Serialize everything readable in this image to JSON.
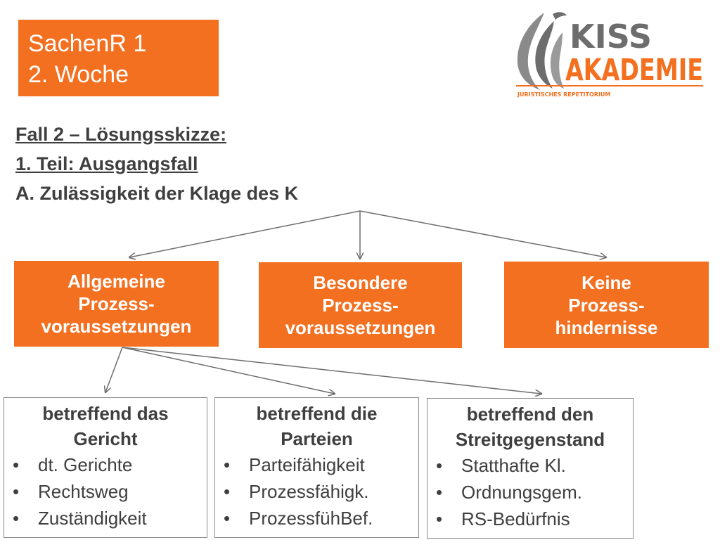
{
  "header": {
    "title_line1": "SachenR 1",
    "title_line2": "2. Woche"
  },
  "logo": {
    "word1": "KISS",
    "word2": "AKADEMIE",
    "tagline": "JURISTISCHES REPETITORIUM",
    "colors": {
      "orange": "#F37021",
      "grey": "#6d6d6d"
    }
  },
  "heading": {
    "line1": "Fall 2 – Lösungsskizze:",
    "line2": "1. Teil: Ausgangsfall",
    "line3": "A. Zulässigkeit der Klage des K"
  },
  "level1": [
    {
      "lines": [
        "Allgemeine",
        "Prozess-",
        "voraussetzungen"
      ]
    },
    {
      "lines": [
        "Besondere",
        "Prozess-",
        "voraussetzungen"
      ]
    },
    {
      "lines": [
        "Keine",
        "Prozess-",
        "hindernisse"
      ]
    }
  ],
  "level2": [
    {
      "heading": [
        "betreffend das",
        "Gericht"
      ],
      "items": [
        "dt. Gerichte",
        "Rechtsweg",
        "Zuständigkeit"
      ]
    },
    {
      "heading": [
        "betreffend die",
        "Parteien"
      ],
      "items": [
        "Parteifähigkeit",
        "Prozessfähigk.",
        "ProzessfühBef."
      ]
    },
    {
      "heading": [
        "betreffend den",
        "Streitgegenstand"
      ],
      "items": [
        "Statthafte Kl.",
        "Ordnungsgem.",
        "RS-Bedürfnis"
      ]
    }
  ],
  "colors": {
    "accent": "#F37021",
    "text": "#3f3f3f",
    "arrow": "#6d6d6d"
  }
}
